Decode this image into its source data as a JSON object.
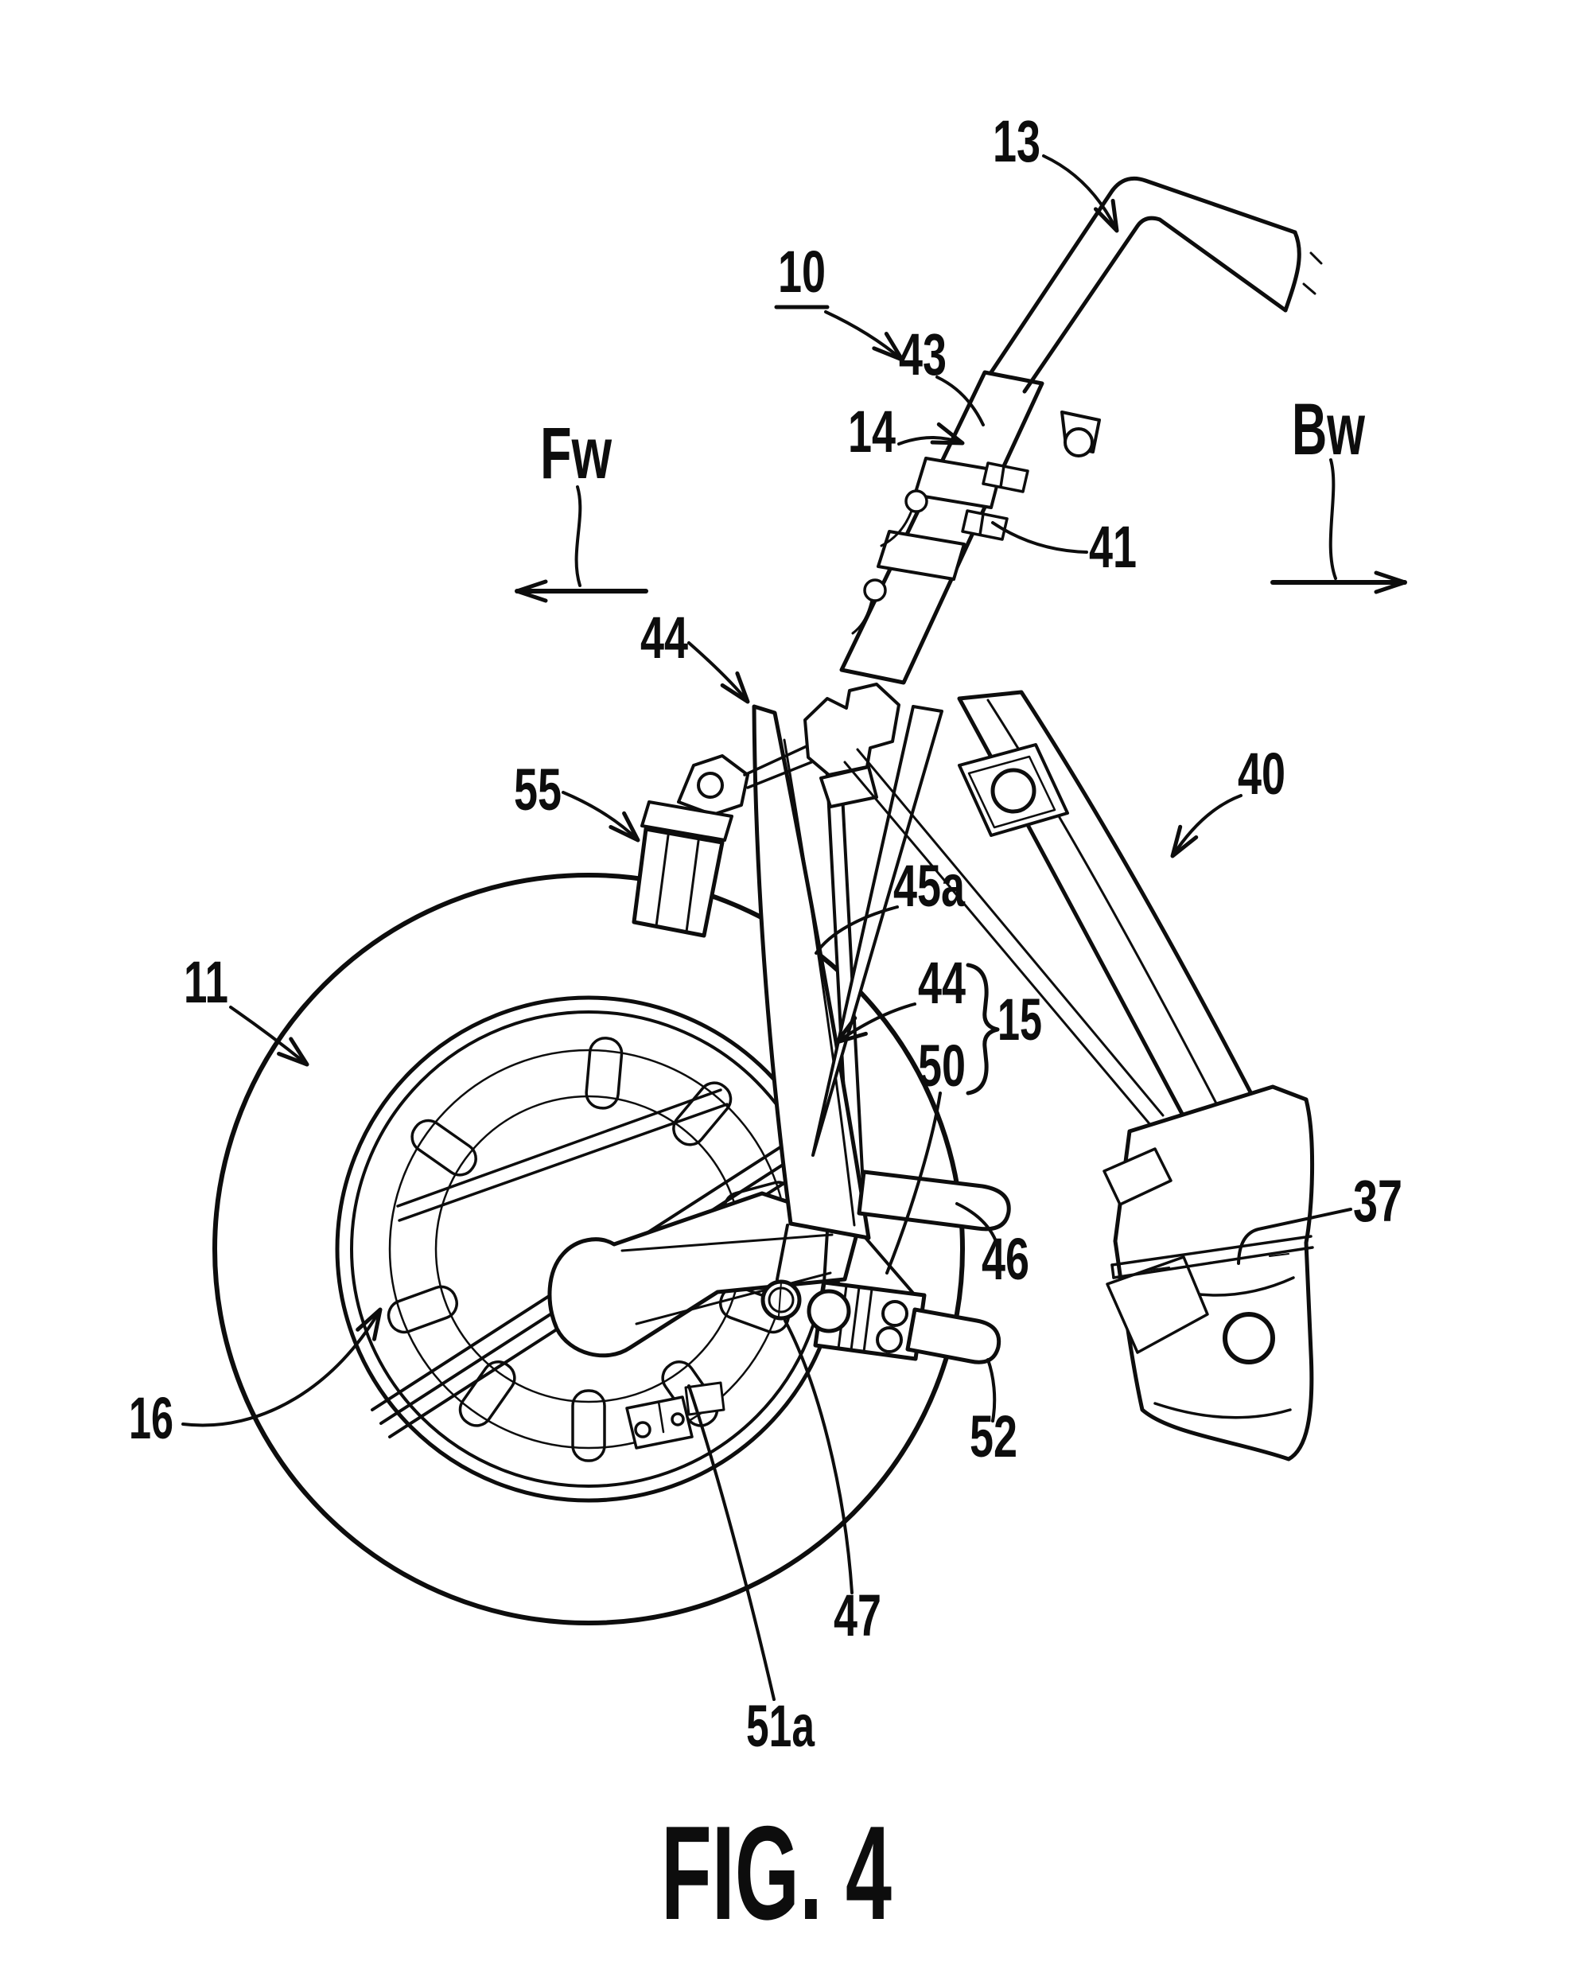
{
  "figure": {
    "caption": "FIG. 4",
    "type": "patent-line-drawing",
    "subject": "motorcycle front wheel, front fork and frame assembly"
  },
  "direction_indicators": {
    "forward": "Fw",
    "backward": "Bw"
  },
  "part_labels": {
    "n10": "10",
    "n11": "11",
    "n13": "13",
    "n14": "14",
    "n15": "15",
    "n16": "16",
    "n37": "37",
    "n40": "40",
    "n41": "41",
    "n43": "43",
    "n44_upper": "44",
    "n44_lower": "44",
    "n45a": "45a",
    "n46": "46",
    "n47": "47",
    "n50": "50",
    "n51a": "51a",
    "n52": "52",
    "n55": "55"
  },
  "colors": {
    "line": "#0d0d0d",
    "background": "#ffffff"
  }
}
